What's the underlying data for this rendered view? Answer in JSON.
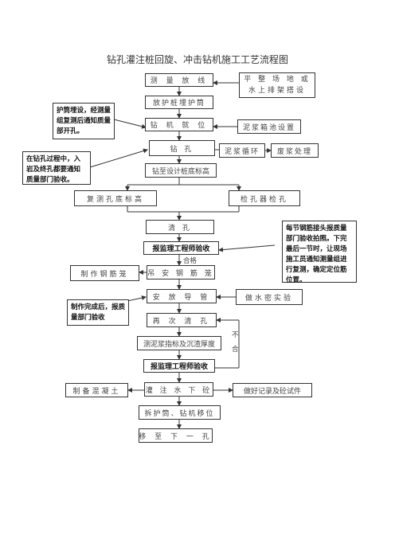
{
  "title": "钻孔灌注桩回旋、冲击钻机施工工艺流程图",
  "main_steps": {
    "measure": "测 量 放 线",
    "casing": "放护桩埋护筒",
    "rig": "钻 机 就 位",
    "drill": "钻    孔",
    "depth": "钻至设计桩底标高",
    "clean": "清   孔",
    "inspect1": "报监理工程师验收",
    "cage": "吊 安 钢 筋 笼",
    "pipe": "安 放 导 管",
    "reclean": "再 次 清 孔",
    "slurry_test": "测泥浆指标及沉渣厚度",
    "inspect2": "报监理工程师验收",
    "pour": "灌 注 水 下 砼",
    "remove": "拆护筒、钻机移位",
    "next": "移 至 下 一 孔"
  },
  "side_steps": {
    "level": "平 整 场 地 或水上排架搭设",
    "pool": "泥浆箱池设置",
    "circulation": "泥浆循环",
    "waste": "废浆处理",
    "recheck": "复测孔底标高",
    "detector": "检孔器检孔",
    "make_cage": "制作钢筋笼",
    "watertight": "做水密实验",
    "concrete": "制备混凝土",
    "record": "做好记录及砼试件"
  },
  "notes": {
    "casing_note": "护筒埋设，经测量组复测后通知质量部开孔。",
    "drill_note": "在钻孔过程中，入岩及终孔都要通知质量部门验收。",
    "cage_note": "每节钢筋接头报质量部门验收拍照。下完最后一节时，让现场施工员通知测量组进行复测，确定定位筋位置。",
    "make_note": "制作完成后，报质量部门验收"
  },
  "labels": {
    "pass": "合格",
    "fail": "不合"
  }
}
